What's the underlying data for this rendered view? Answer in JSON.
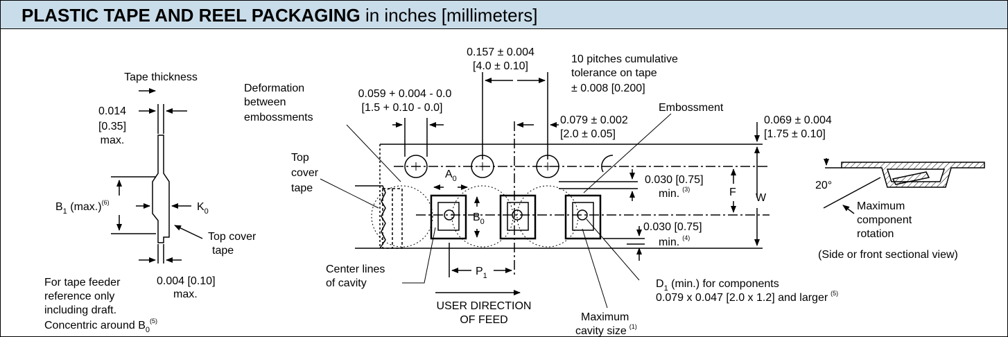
{
  "header": {
    "title_bold": "PLASTIC TAPE AND REEL PACKAGING",
    "title_rest": " in inches [millimeters]",
    "background": "#c9dce9"
  },
  "left_view": {
    "tape_thickness": "Tape thickness",
    "thick_l1": "0.014",
    "thick_l2": "[0.35]",
    "thick_l3": "max.",
    "b1": "B",
    "b1_sub": "1",
    "b1_rest": " (max.)",
    "b1_note": "(6)",
    "k0": "K",
    "k0_sub": "0",
    "top_cover_l1": "Top cover",
    "top_cover_l2": "tape",
    "dim_bottom_l1": "0.004 [0.10]",
    "dim_bottom_l2": "max.",
    "feeder_l1": "For tape feeder",
    "feeder_l2": "reference only",
    "feeder_l3": "including draft.",
    "feeder_l4": "Concentric around B",
    "feeder_l4_sub": "0",
    "feeder_l4_note": "(5)"
  },
  "center_view": {
    "pitch_l1": "0.157 ± 0.004",
    "pitch_l2": "[4.0 ± 0.10]",
    "cumul_l1": "10 pitches cumulative",
    "cumul_l2": "tolerance on tape",
    "cumul_l3": "± 0.008 [0.200]",
    "deform_l1": "Deformation",
    "deform_l2": "between",
    "deform_l3": "embossments",
    "hole_l1": "0.059 + 0.004 - 0.0",
    "hole_l2": "[1.5 + 0.10 - 0.0]",
    "embossment": "Embossment",
    "p2_l1": "0.079 ± 0.002",
    "p2_l2": "[2.0 ± 0.05]",
    "edge_l1": "0.069 ± 0.004",
    "edge_l2": "[1.75 ± 0.10]",
    "topcover_l1": "Top",
    "topcover_l2": "cover",
    "topcover_l3": "tape",
    "a0": "A",
    "a0_sub": "0",
    "b0": "B",
    "b0_sub": "0",
    "min3_l1": "0.030 [0.75]",
    "min3_l2": "min.",
    "min3_note": "(3)",
    "f": "F",
    "w": "W",
    "min4_l1": "0.030 [0.75]",
    "min4_l2": "min.",
    "min4_note": "(4)",
    "center_l1": "Center lines",
    "center_l2": "of cavity",
    "p1": "P",
    "p1_sub": "1",
    "feed_l1": "USER DIRECTION",
    "feed_l2": "OF FEED",
    "d1": "D",
    "d1_sub": "1",
    "d1_rest": " (min.) for components",
    "d1_l2": "0.079 x 0.047 [2.0 x 1.2] and larger",
    "d1_note": "(5)",
    "maxcav_l1": "Maximum",
    "maxcav_l2": "cavity size",
    "maxcav_note": "(1)"
  },
  "right_view": {
    "angle": "20°",
    "rot_l1": "Maximum",
    "rot_l2": "component",
    "rot_l3": "rotation",
    "caption": "(Side or front sectional view)"
  }
}
